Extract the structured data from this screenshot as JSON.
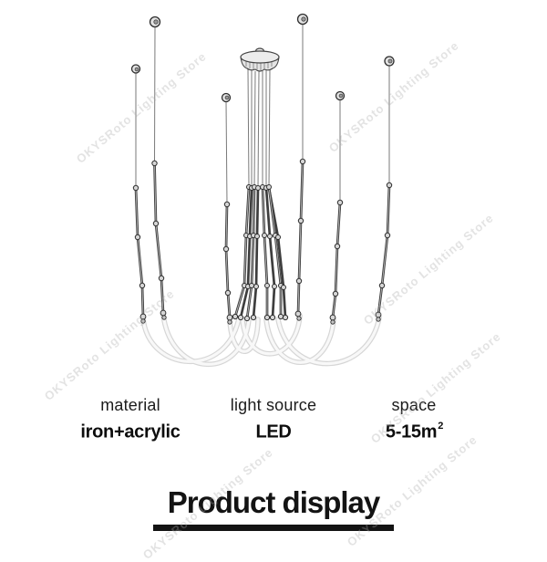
{
  "page": {
    "background": "#ffffff"
  },
  "watermark": {
    "text": "OKYSRoto Lighting Store",
    "color": "#ababab"
  },
  "illustration": {
    "name": "pendant-chandelier-line-drawing",
    "description": "multi-strand pendant lamp: six ceiling-mounted cable strands with bead connectors and a central canopy cluster, joined at the bottom by white curved acrylic tubes"
  },
  "specs": {
    "items": [
      {
        "label": "material",
        "value": "iron+acrylic",
        "sup": ""
      },
      {
        "label": "light source",
        "value": "LED",
        "sup": ""
      },
      {
        "label": "space",
        "value": "5-15m",
        "sup": "2"
      }
    ]
  },
  "footer": {
    "title": "Product display"
  },
  "colors": {
    "ink": "#131313",
    "line": "#3e3e3e",
    "tube": "#f8f8f8",
    "bead": "#d6d6d6"
  }
}
